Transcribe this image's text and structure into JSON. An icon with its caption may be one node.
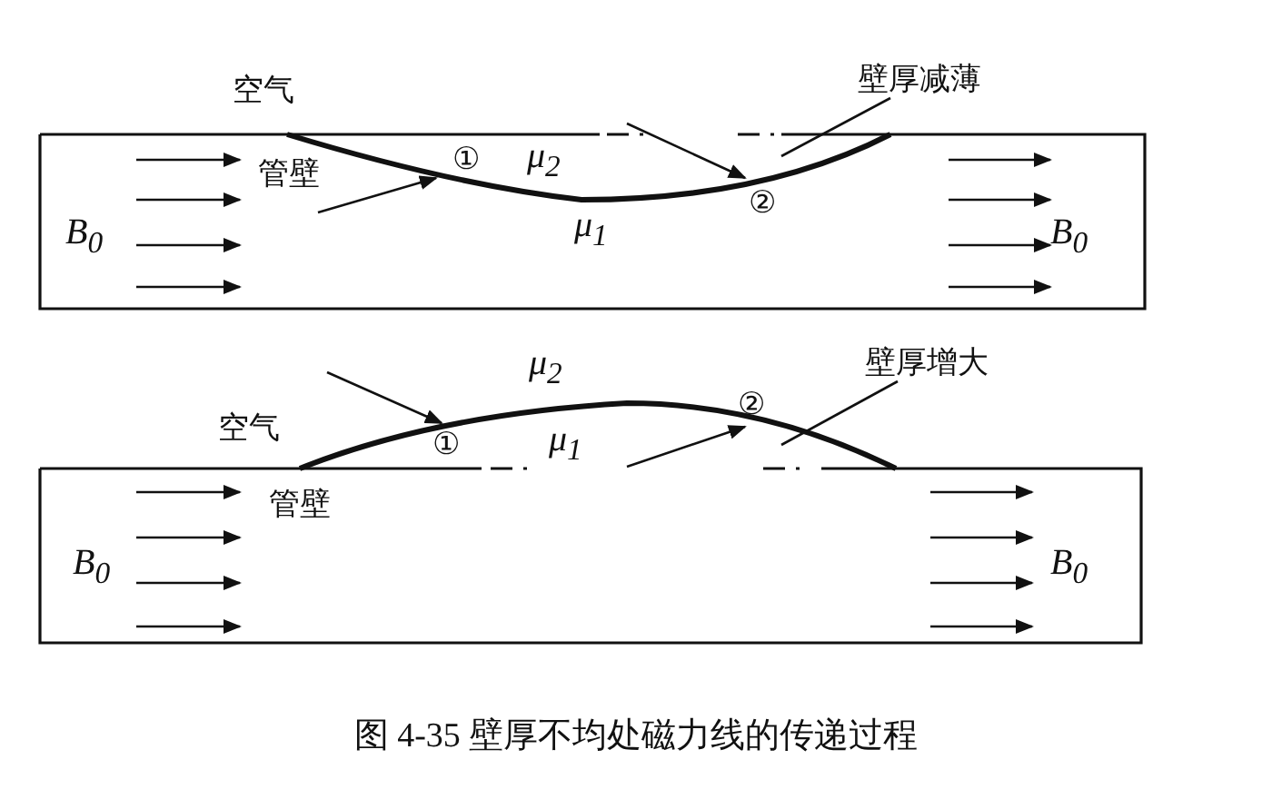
{
  "diagram": {
    "caption": "图 4-35 壁厚不均处磁力线的传递过程",
    "nodes": [
      {
        "text": [
          "壁厚减薄"
        ]
      },
      {
        "text": [
          "壁厚增大"
        ]
      }
    ],
    "edges": [
      {
        "from": 0,
        "to": null,
        "arrow": "none"
      },
      {
        "from": 1,
        "to": null,
        "arrow": "none"
      }
    ],
    "labels": [
      "空气",
      "管壁",
      "①",
      "μ$_{2}$",
      "②",
      "μ$_{1}$",
      "B$_{0}$",
      "B$_{0}$",
      "μ$_{2}$",
      "空气",
      "②",
      "①",
      "μ$_{1}$",
      "管壁",
      "B$_{0}$",
      "B$_{0}$"
    ]
  }
}
